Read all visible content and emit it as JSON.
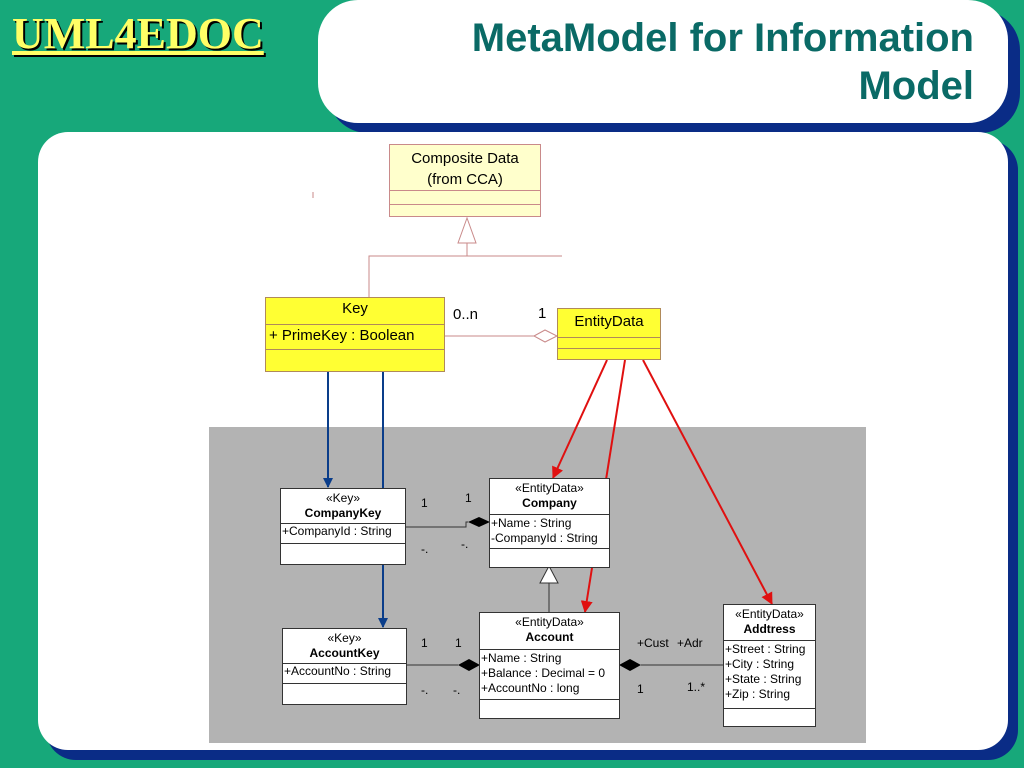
{
  "logo": {
    "text": "UML4EDOC"
  },
  "slide": {
    "title_line1": "MetaModel for Information",
    "title_line2": "Model"
  },
  "composite": {
    "line1": "Composite Data",
    "line2": "(from CCA)"
  },
  "key": {
    "name": "Key",
    "attr": "+ PrimeKey : Boolean"
  },
  "entitydata": {
    "name": "EntityData"
  },
  "assoc_key_entity": {
    "mult_left": "0..n",
    "mult_right": "1"
  },
  "company_key": {
    "stereotype": "«Key»",
    "name": "CompanyKey",
    "attr": "+CompanyId : String"
  },
  "company": {
    "stereotype": "«EntityData»",
    "name": "Company",
    "attrs": [
      "+Name : String",
      "-CompanyId : String"
    ]
  },
  "account_key": {
    "stereotype": "«Key»",
    "name": "AccountKey",
    "attr": "+AccountNo : String"
  },
  "account": {
    "stereotype": "«EntityData»",
    "name": "Account",
    "attrs": [
      "+Name : String",
      "+Balance : Decimal = 0",
      "+AccountNo : long"
    ]
  },
  "address": {
    "stereotype": "«EntityData»",
    "name": "Addtress",
    "attrs": [
      "+Street : String",
      "+City : String",
      "+State : String",
      "+Zip : String"
    ]
  },
  "mult": {
    "ck_top_left": "1",
    "ck_top_right": "1",
    "ck_bot_left": "-.",
    "ck_bot_right": "-.",
    "ak_top_left": "1",
    "ak_top_right": "1",
    "ak_bot_left": "-.",
    "ak_bot_right": "-.",
    "role_cust": "+Cust",
    "role_adr": "+Adr",
    "acc_addr_left": "1",
    "acc_addr_right": "1..*"
  },
  "colors": {
    "background": "#17a87a",
    "title": "#0a6a66",
    "shadow": "#0a2c86",
    "logo": "#ffff66",
    "key_fill": "#ffff33",
    "composite_fill": "#ffffcc",
    "blue_arrow": "#0a3d8a",
    "red_arrow": "#e01010"
  }
}
